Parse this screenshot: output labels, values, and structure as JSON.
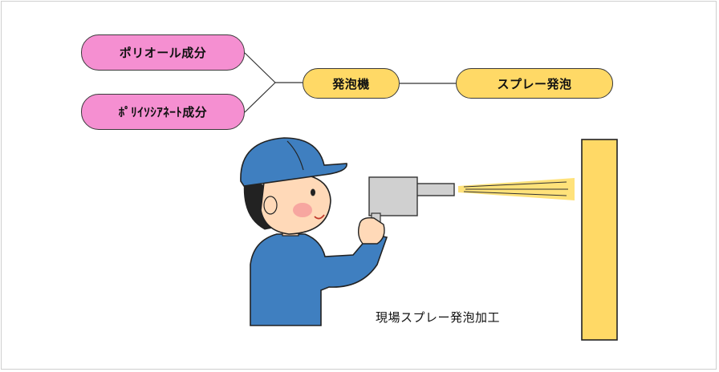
{
  "diagram": {
    "inputs": [
      {
        "label": "ポリオール成分",
        "color": "#f58fd1"
      },
      {
        "label": "ﾎﾟﾘｲｿｼｱﾈｰﾄ成分",
        "color": "#f58fd1"
      }
    ],
    "machine": {
      "label": "発泡機",
      "color": "#ffd966"
    },
    "output": {
      "label": "スプレー発泡",
      "color": "#ffd966"
    }
  },
  "illustration": {
    "caption": "現場スプレー発泡加工",
    "worker_icon": "worker-spraying-illustration",
    "spray_gun_icon": "spray-gun-icon",
    "spray_icon": "spray-stream-icon",
    "wall_icon": "wall-panel",
    "wall_color": "#ffd966",
    "cap_color": "#3f7fc0",
    "uniform_color": "#3f7fc0"
  }
}
